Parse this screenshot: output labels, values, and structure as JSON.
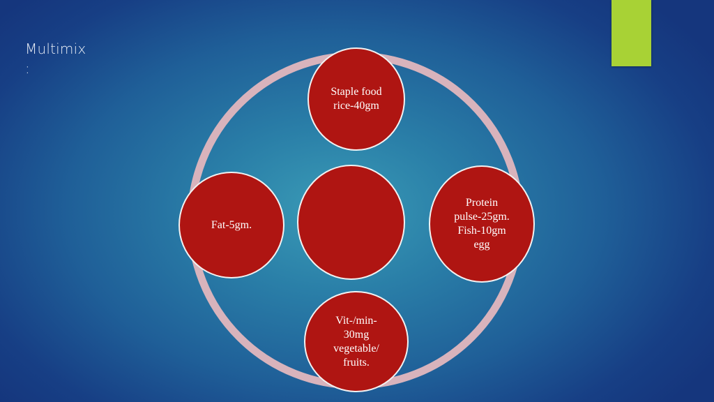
{
  "colors": {
    "node_fill": "#af1512",
    "ring": "#d8b3bc",
    "accent_bar": "#a8d235",
    "title_text": "#e9eef6"
  },
  "slide": {
    "title_line1": "Multimix",
    "title_line2": ":"
  },
  "diagram": {
    "center": {
      "label": ""
    },
    "nodes": {
      "top": {
        "lines": [
          "Staple food",
          "rice-40gm"
        ]
      },
      "right": {
        "lines": [
          "Protein",
          "pulse-25gm.",
          "Fish-10gm",
          "egg"
        ]
      },
      "bottom": {
        "lines": [
          "Vit-/min-",
          "30mg",
          "vegetable/",
          "fruits."
        ]
      },
      "left": {
        "lines": [
          "Fat-5gm."
        ]
      }
    }
  }
}
